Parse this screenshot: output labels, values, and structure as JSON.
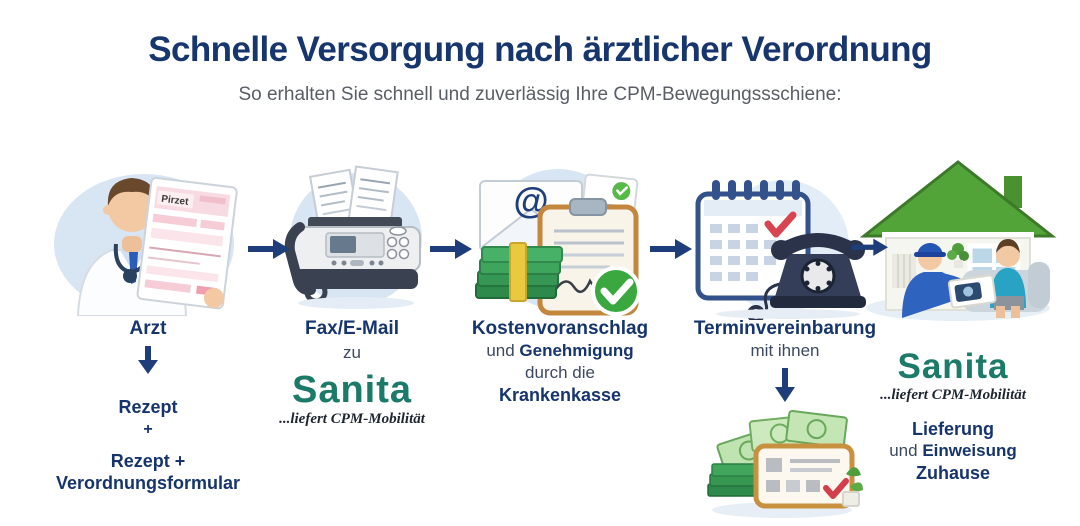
{
  "header": {
    "title": "Schnelle Versorgung nach ärztlicher Verordnung",
    "subtitle": "So erhalten Sie schnell und zuverlässig Ihre CPM-Bewegungssschiene:"
  },
  "brand": {
    "name": "Sanita",
    "tagline": "...liefert CPM-Mobilität"
  },
  "steps": {
    "arzt": {
      "title": "Arzt",
      "rezept": "Rezept",
      "plus": "+",
      "rezept_plus": "Rezept +",
      "verordnungsformular": "Verordnungsformular",
      "form_text": "Pirzet"
    },
    "fax": {
      "title": "Fax/E-Mail",
      "zu": "zu"
    },
    "kostenvoranschlag": {
      "title": "Kostenvoranschlag",
      "und": "und ",
      "genehmigung": "Genehmigung",
      "durch_die": "durch die",
      "krankenkasse": "Krankenkasse",
      "at_symbol": "@"
    },
    "termin": {
      "title": "Terminvereinbarung",
      "mit_ihnen": "mit ihnen"
    },
    "lieferung": {
      "line1": "Lieferung",
      "und": "und ",
      "einweisung": "Einweisung",
      "zuhause": "Zuhause"
    }
  },
  "colors": {
    "title_navy": "#17366e",
    "text_navy": "#16356d",
    "subtitle_gray": "#595e66",
    "sanita_teal": "#1b7a68",
    "arrow_navy": "#1e3d7b",
    "backdrop_blue": "#d8e5f3",
    "check_green": "#3aa83e",
    "roof_green": "#53a438",
    "money_green": "#3da55c",
    "alert_red": "#d84450"
  }
}
